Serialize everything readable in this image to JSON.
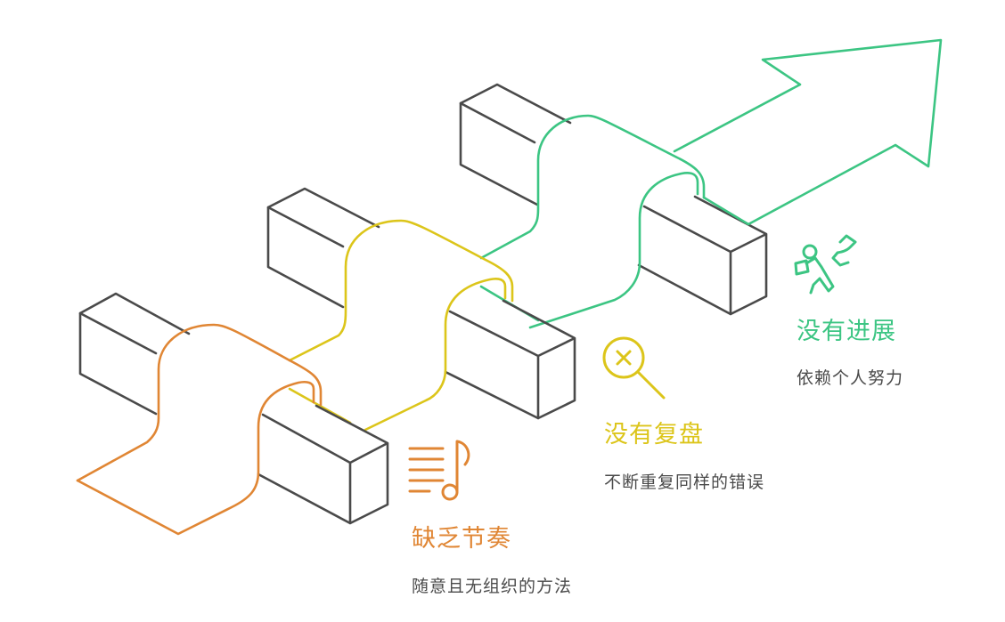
{
  "colors": {
    "green": "#3cc583",
    "yellow": "#dcc51a",
    "orange": "#e08634",
    "box": "#4a4a4a"
  },
  "stages": [
    {
      "title": "缺乏节奏",
      "desc": "随意且无组织的方法",
      "icon": "music-note-icon"
    },
    {
      "title": "没有复盘",
      "desc": "不断重复同样的错误",
      "icon": "magnifier-x-icon"
    },
    {
      "title": "没有进展",
      "desc": "依赖个人努力",
      "icon": "running-person-icon"
    }
  ]
}
